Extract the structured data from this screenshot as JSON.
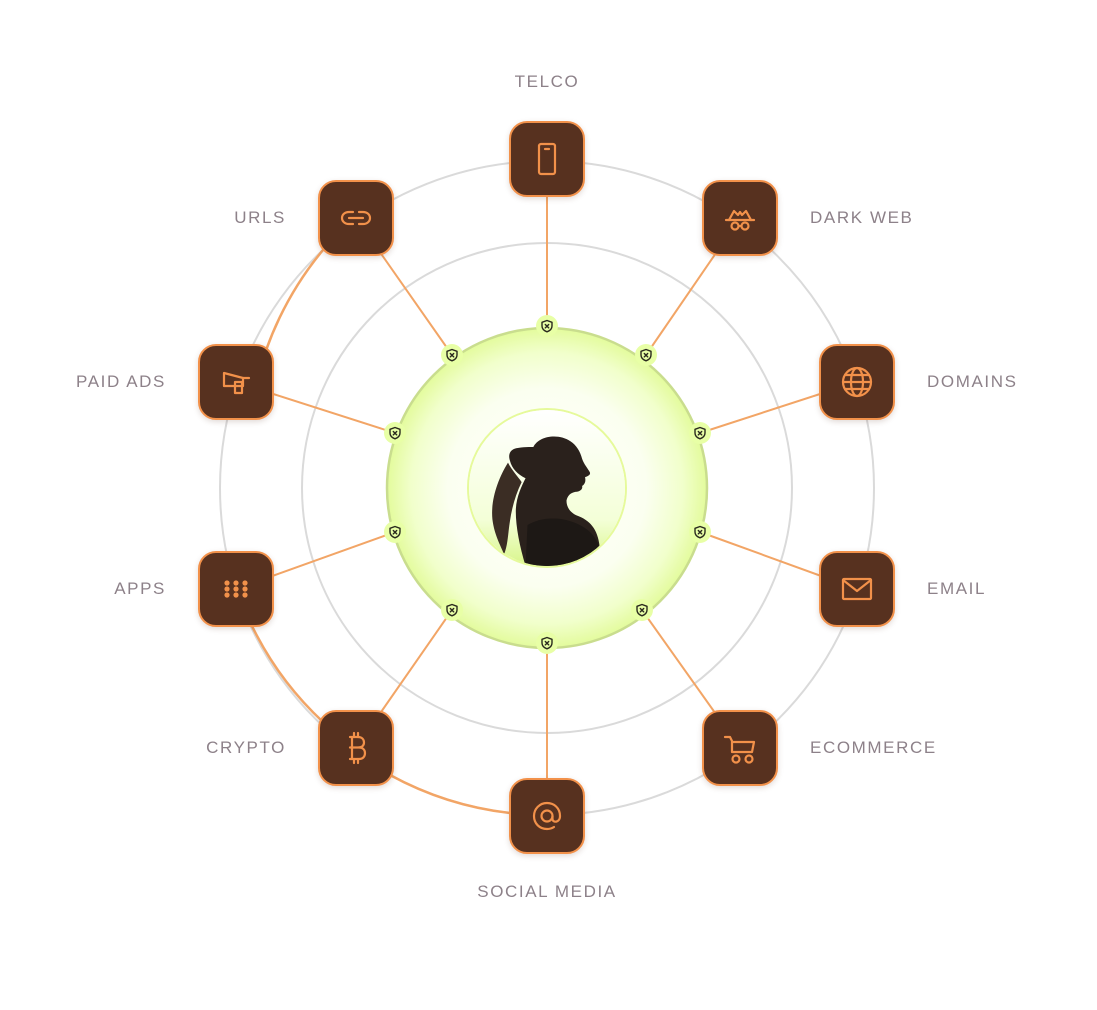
{
  "center": {
    "image_alt": "profile-silhouette"
  },
  "colors": {
    "tile_bg": "#57311f",
    "tile_border": "#f2914a",
    "icon": "#f2914a",
    "spoke": "#f2a566",
    "ring": "#dadada",
    "inner_ring": "#c9dd8e",
    "glow": "#eaff9e",
    "shield_bg": "#e8ffa6",
    "label": "#8d8189"
  },
  "nodes": [
    {
      "id": "telco",
      "label": "TELCO",
      "icon": "phone-icon"
    },
    {
      "id": "dark-web",
      "label": "DARK WEB",
      "icon": "spy-icon"
    },
    {
      "id": "domains",
      "label": "DOMAINS",
      "icon": "globe-icon"
    },
    {
      "id": "email",
      "label": "EMAIL",
      "icon": "envelope-icon"
    },
    {
      "id": "ecommerce",
      "label": "ECOMMERCE",
      "icon": "cart-icon"
    },
    {
      "id": "social-media",
      "label": "SOCIAL MEDIA",
      "icon": "at-icon"
    },
    {
      "id": "crypto",
      "label": "CRYPTO",
      "icon": "bitcoin-icon"
    },
    {
      "id": "apps",
      "label": "APPS",
      "icon": "apps-grid-icon"
    },
    {
      "id": "paid-ads",
      "label": "PAID ADS",
      "icon": "megaphone-icon"
    },
    {
      "id": "urls",
      "label": "URLS",
      "icon": "link-icon"
    }
  ]
}
